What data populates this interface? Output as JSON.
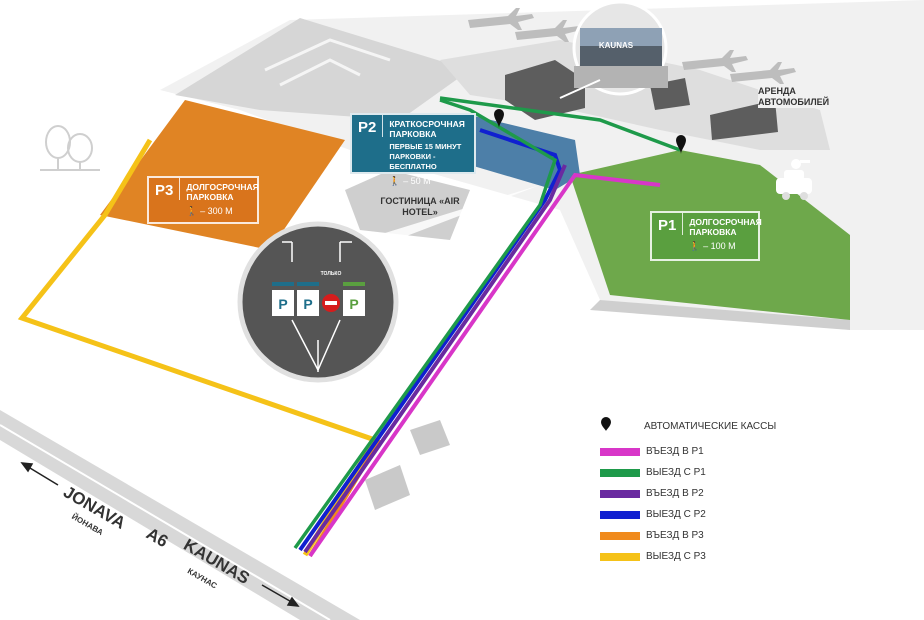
{
  "parking": {
    "p2": {
      "code": "P2",
      "title": "КРАТКОСРОЧНАЯ ПАРКОВКА",
      "note": "ПЕРВЫЕ 15 МИНУТ ПАРКОВКИ - БЕСПЛАТНО",
      "walk": "– 50 м",
      "color": "#1e6e8a"
    },
    "p3": {
      "code": "P3",
      "title": "ДОЛГОСРОЧНАЯ ПАРКОВКА",
      "walk": "– 300 м",
      "color": "#d9741c"
    },
    "p1": {
      "code": "P1",
      "title": "ДОЛГОСРОЧНАЯ ПАРКОВКА",
      "walk": "– 100 м",
      "color": "#5a9f3f"
    }
  },
  "places": {
    "hotel": "ГОСТИНИЦА «AIR HOTEL»",
    "rental": "АРЕНДА АВТОМОБИЛЕЙ",
    "terminal_sign": "KAUNAS"
  },
  "roadsign": {
    "only_label": "ТОЛЬКО"
  },
  "highway": {
    "left_city": "JONAVA",
    "left_city_ru": "ЙОНАВА",
    "road_id": "A6",
    "right_city": "KAUNAS",
    "right_city_ru": "КАУНАС"
  },
  "legend": {
    "kiosk_label": "АВТОМАТИЧЕСКИЕ КАССЫ",
    "items": [
      {
        "label": "ВЪЕЗД В Р1",
        "color": "#d836c8"
      },
      {
        "label": "ВЫЕЗД С Р1",
        "color": "#1e9a4a"
      },
      {
        "label": "ВЪЕЗД В Р2",
        "color": "#6a2aa0"
      },
      {
        "label": "ВЫЕЗД С Р2",
        "color": "#1020d0"
      },
      {
        "label": "ВЪЕЗД В Р3",
        "color": "#f08a1c"
      },
      {
        "label": "ВЫЕЗД С Р3",
        "color": "#f5c218"
      }
    ]
  }
}
